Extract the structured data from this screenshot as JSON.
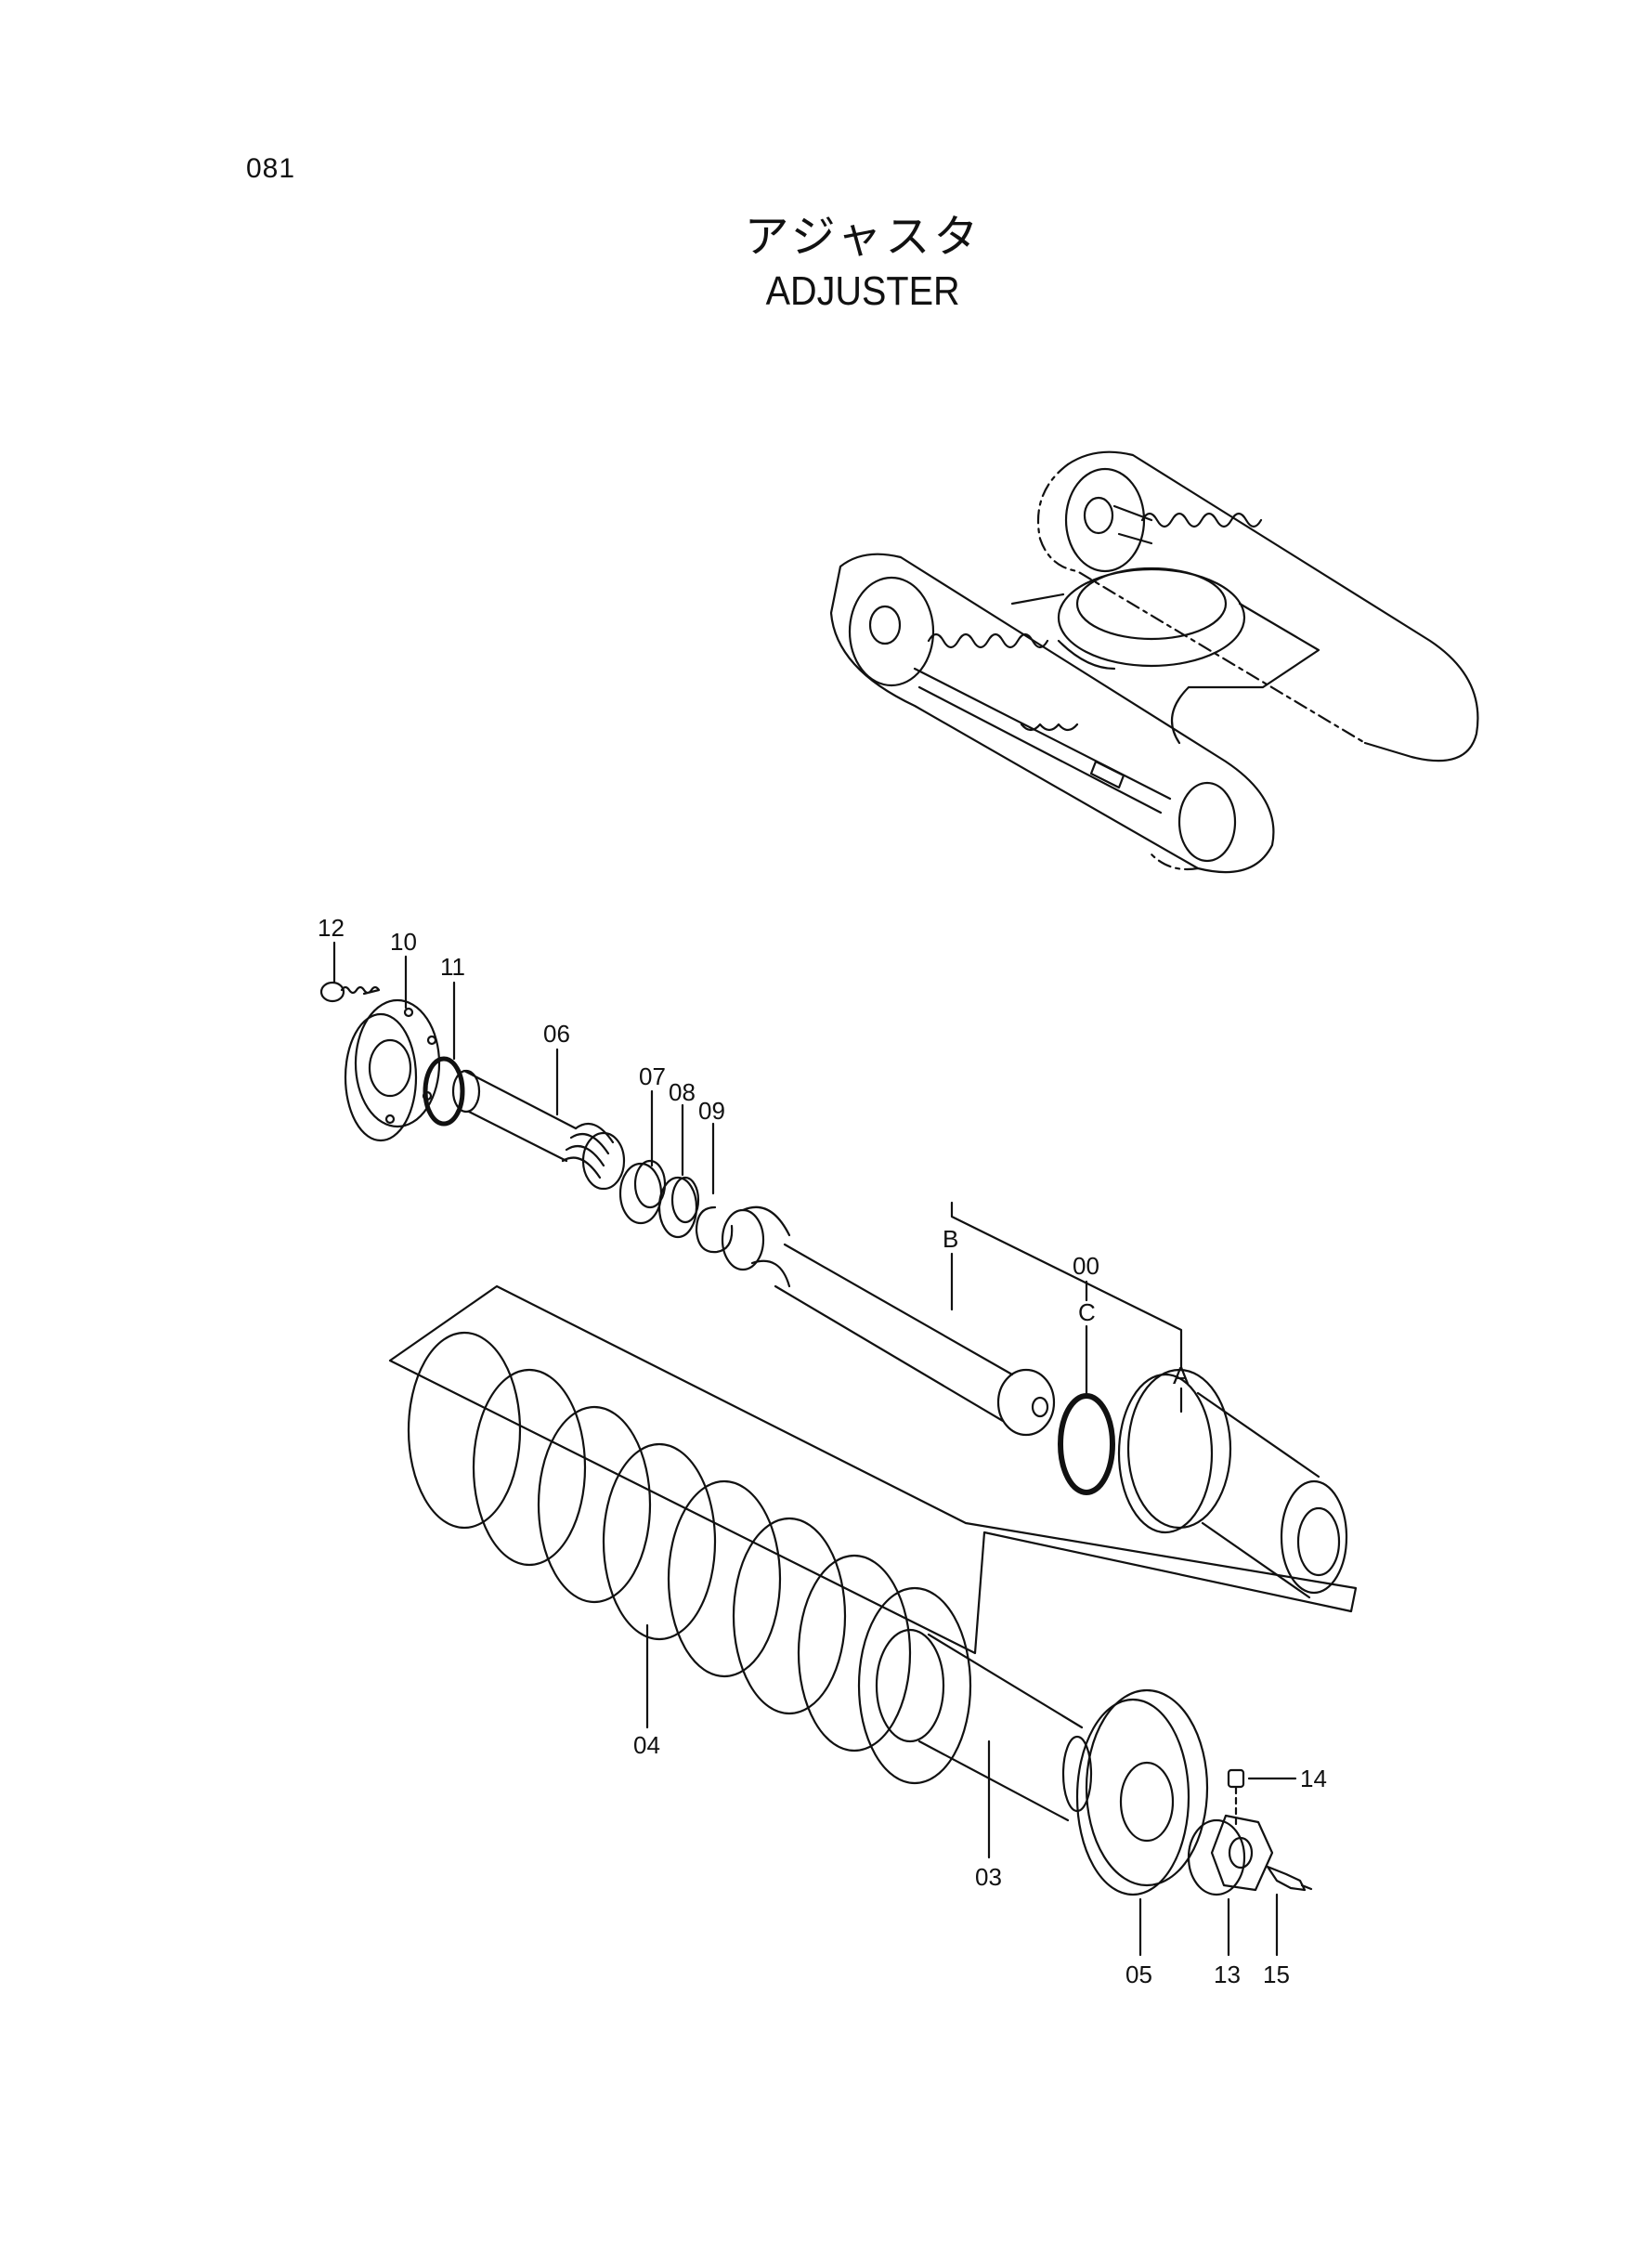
{
  "page": {
    "number": "081"
  },
  "title": {
    "japanese": "アジャスタ",
    "english": "ADJUSTER"
  },
  "callouts": {
    "p00": "00",
    "p03": "03",
    "p04": "04",
    "p05": "05",
    "p06": "06",
    "p07": "07",
    "p08": "08",
    "p09": "09",
    "p10": "10",
    "p11": "11",
    "p12": "12",
    "p13": "13",
    "p14": "14",
    "p15": "15",
    "a": "A",
    "b": "B",
    "c": "C"
  }
}
